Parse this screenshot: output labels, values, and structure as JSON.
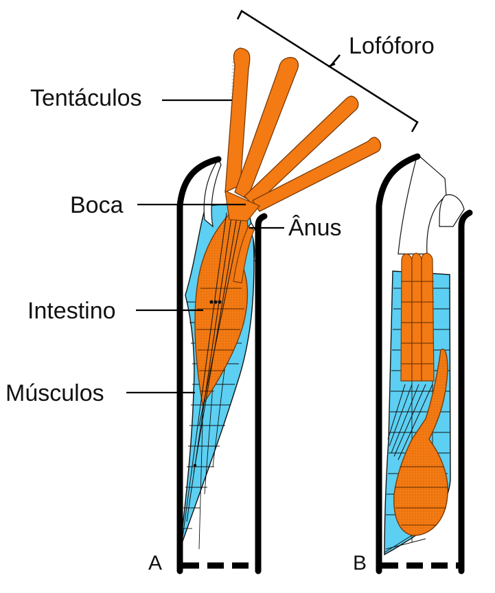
{
  "labels": {
    "lophophore": "Lofóforo",
    "tentacles": "Tentáculos",
    "mouth": "Boca",
    "anus": "Ânus",
    "intestine": "Intestino",
    "muscles": "Músculos",
    "panel_a": "A",
    "panel_b": "B"
  },
  "colors": {
    "organ": "#f47a13",
    "organ_edge": "#7a3a06",
    "body_cavity": "#5ccff2",
    "outline": "#111111",
    "tube_wall": "#000000",
    "cilia": "#9a9a9a"
  }
}
